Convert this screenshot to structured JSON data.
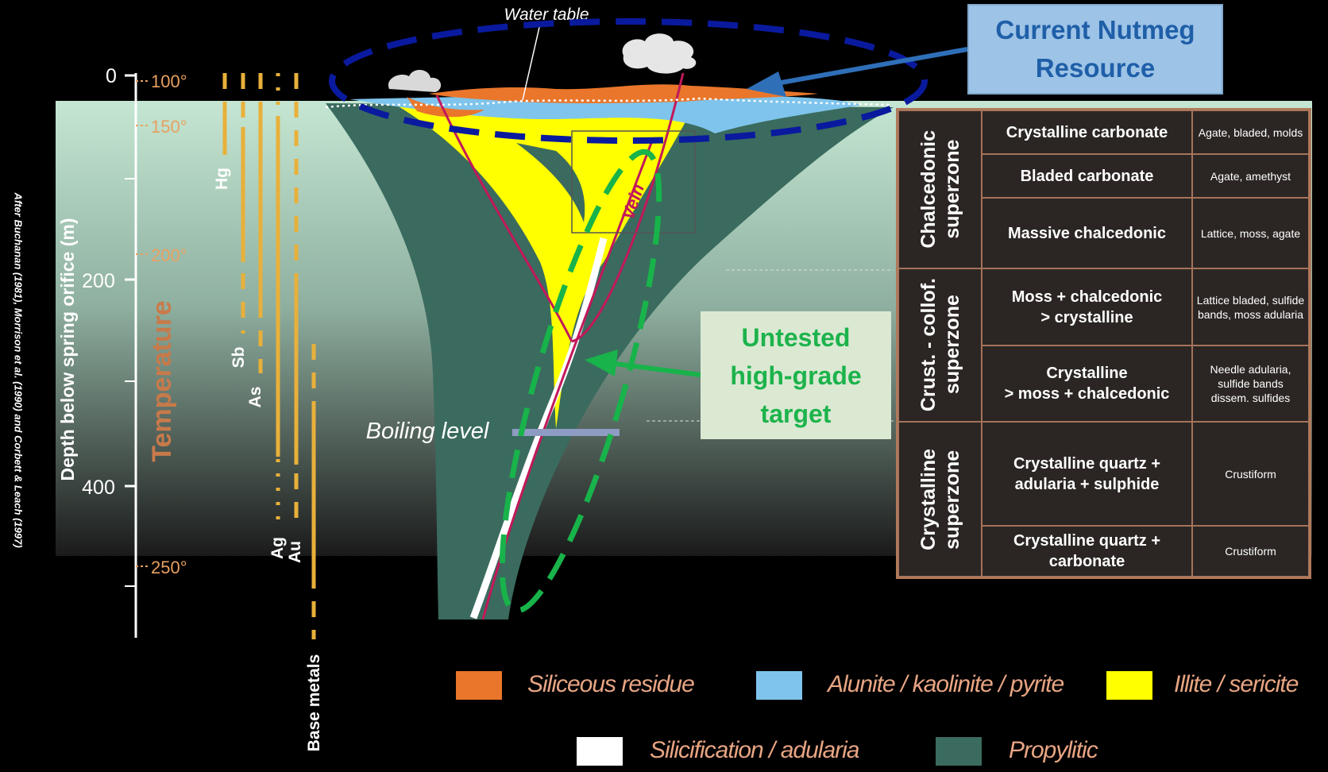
{
  "credit": "After Buchanan (1981), Morrison et al. (1990) and Corbett & Leach (1997)",
  "depth_axis": {
    "title": "Depth below spring orifice (m)",
    "ticks": [
      "0",
      "200",
      "400"
    ]
  },
  "temperature": {
    "title": "Temperature",
    "ticks": [
      "100°",
      "150°",
      "200°",
      "250°"
    ]
  },
  "elements": [
    "Hg",
    "Sb",
    "As",
    "Ag",
    "Au",
    "Base metals"
  ],
  "diagram_labels": {
    "water_table": "Water table",
    "vein": "Vein",
    "boiling_level": "Boiling level"
  },
  "callouts": {
    "nutmeg": [
      "Current Nutmeg",
      "Resource"
    ],
    "untested": [
      "Untested",
      "high-grade",
      "target"
    ]
  },
  "zones": [
    {
      "name": [
        "Chalcedonic",
        "superzone"
      ],
      "rows": [
        {
          "texture": [
            "Crystalline carbonate"
          ],
          "examples": [
            "Agate, bladed, molds"
          ]
        },
        {
          "texture": [
            "Bladed carbonate"
          ],
          "examples": [
            "Agate, amethyst"
          ]
        },
        {
          "texture": [
            "Massive chalcedonic"
          ],
          "examples": [
            "Lattice, moss, agate"
          ]
        }
      ]
    },
    {
      "name": [
        "Crust. - collof.",
        "superzone"
      ],
      "rows": [
        {
          "texture": [
            "Moss + chalcedonic",
            "> crystalline"
          ],
          "examples": [
            "Lattice bladed, sulfide",
            "bands, moss adularia"
          ]
        },
        {
          "texture": [
            "Crystalline",
            "> moss + chalcedonic"
          ],
          "examples": [
            "Needle adularia,",
            "sulfide bands",
            "dissem. sulfides"
          ]
        }
      ]
    },
    {
      "name": [
        "Crystalline",
        "superzone"
      ],
      "rows": [
        {
          "texture": [
            "Crystalline quartz +",
            "adularia + sulphide"
          ],
          "examples": [
            "Crustiform"
          ]
        },
        {
          "texture": [
            "Crystalline quartz +",
            "carbonate"
          ],
          "examples": [
            "Crustiform"
          ]
        }
      ]
    }
  ],
  "legend": [
    {
      "label": "Siliceous residue",
      "color": "#e9762b"
    },
    {
      "label": "Alunite / kaolinite / pyrite",
      "color": "#7fc4ec"
    },
    {
      "label": "Illite / sericite",
      "color": "#ffff00"
    },
    {
      "label": "Silicification / adularia",
      "color": "#ffffff"
    },
    {
      "label": "Propylitic",
      "color": "#3a6b5e"
    }
  ],
  "colors": {
    "background_band": "#bfe0cd",
    "nutmeg_ellipse": "#0a1a9e",
    "target_ellipse": "#18b34a",
    "vein": "#c2185b"
  }
}
